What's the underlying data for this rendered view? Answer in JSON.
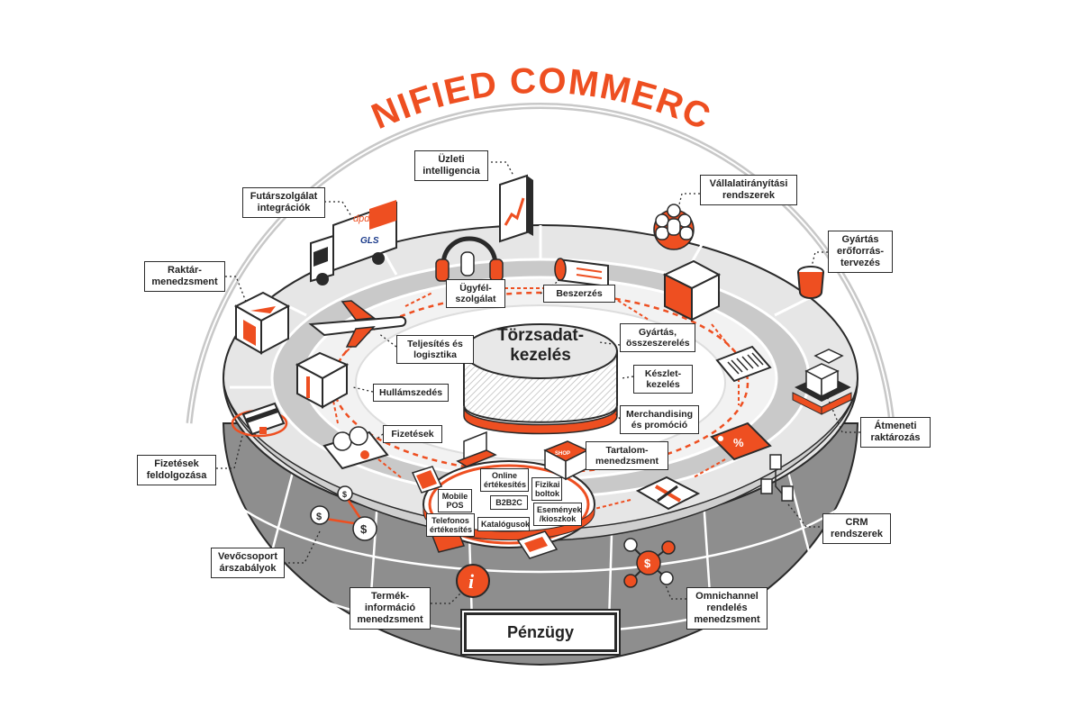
{
  "title": "UNIFIED COMMERCE",
  "center": "Törzsadat-\nkezelés",
  "finance": "Pénzügy",
  "colors": {
    "accent": "#ee4f21",
    "dark": "#2a2a2a",
    "gray": "#8c8c8c",
    "light_gray": "#d6d6d6",
    "ring": "#e8e8e8"
  },
  "outer_labels": {
    "business_intelligence": "Üzleti\nintelligencia",
    "erp": "Vállalatirányítási\nrendszerek",
    "courier": "Futárszolgálat\nintegrációk",
    "production_planning": "Gyártás\nerőforrás-\ntervezés",
    "warehouse": "Raktár-\nmenedzsment",
    "cross_docking": "Átmeneti\nraktározás",
    "payment_processing": "Fizetések\nfeldolgozása",
    "crm": "CRM\nrendszerek",
    "customer_pricing": "Vevőcsoport\nárszabályok",
    "pim": "Termék-\ninformáció\nmenedzsment",
    "oms": "Omnichannel\nrendelés\nmenedzsment"
  },
  "ring_labels": {
    "customer_service": "Ügyfél-\nszolgálat",
    "procurement": "Beszerzés",
    "manufacturing": "Gyártás,\nösszeszerelés",
    "fulfillment": "Teljesítés és\nlogisztika",
    "wave_picking": "Hullámszedés",
    "inventory": "Készlet-\nkezelés",
    "merchandising": "Merchandising\nés promóció",
    "payments": "Fizetések",
    "content": "Tartalom-\nmenedzsment"
  },
  "channel_labels": {
    "online": "Online\nértékesítés",
    "physical": "Fizikai\nboltok",
    "mobile_pos": "Mobile\nPOS",
    "b2b2c": "B2B2C",
    "phone": "Telefonos\nértékesítés",
    "catalogs": "Katalógusok",
    "events": "Események\n/kioszkok"
  },
  "icon_texts": {
    "dpd": "dpd",
    "gls": "GLS",
    "shop": "SHOP",
    "percent": "%"
  }
}
